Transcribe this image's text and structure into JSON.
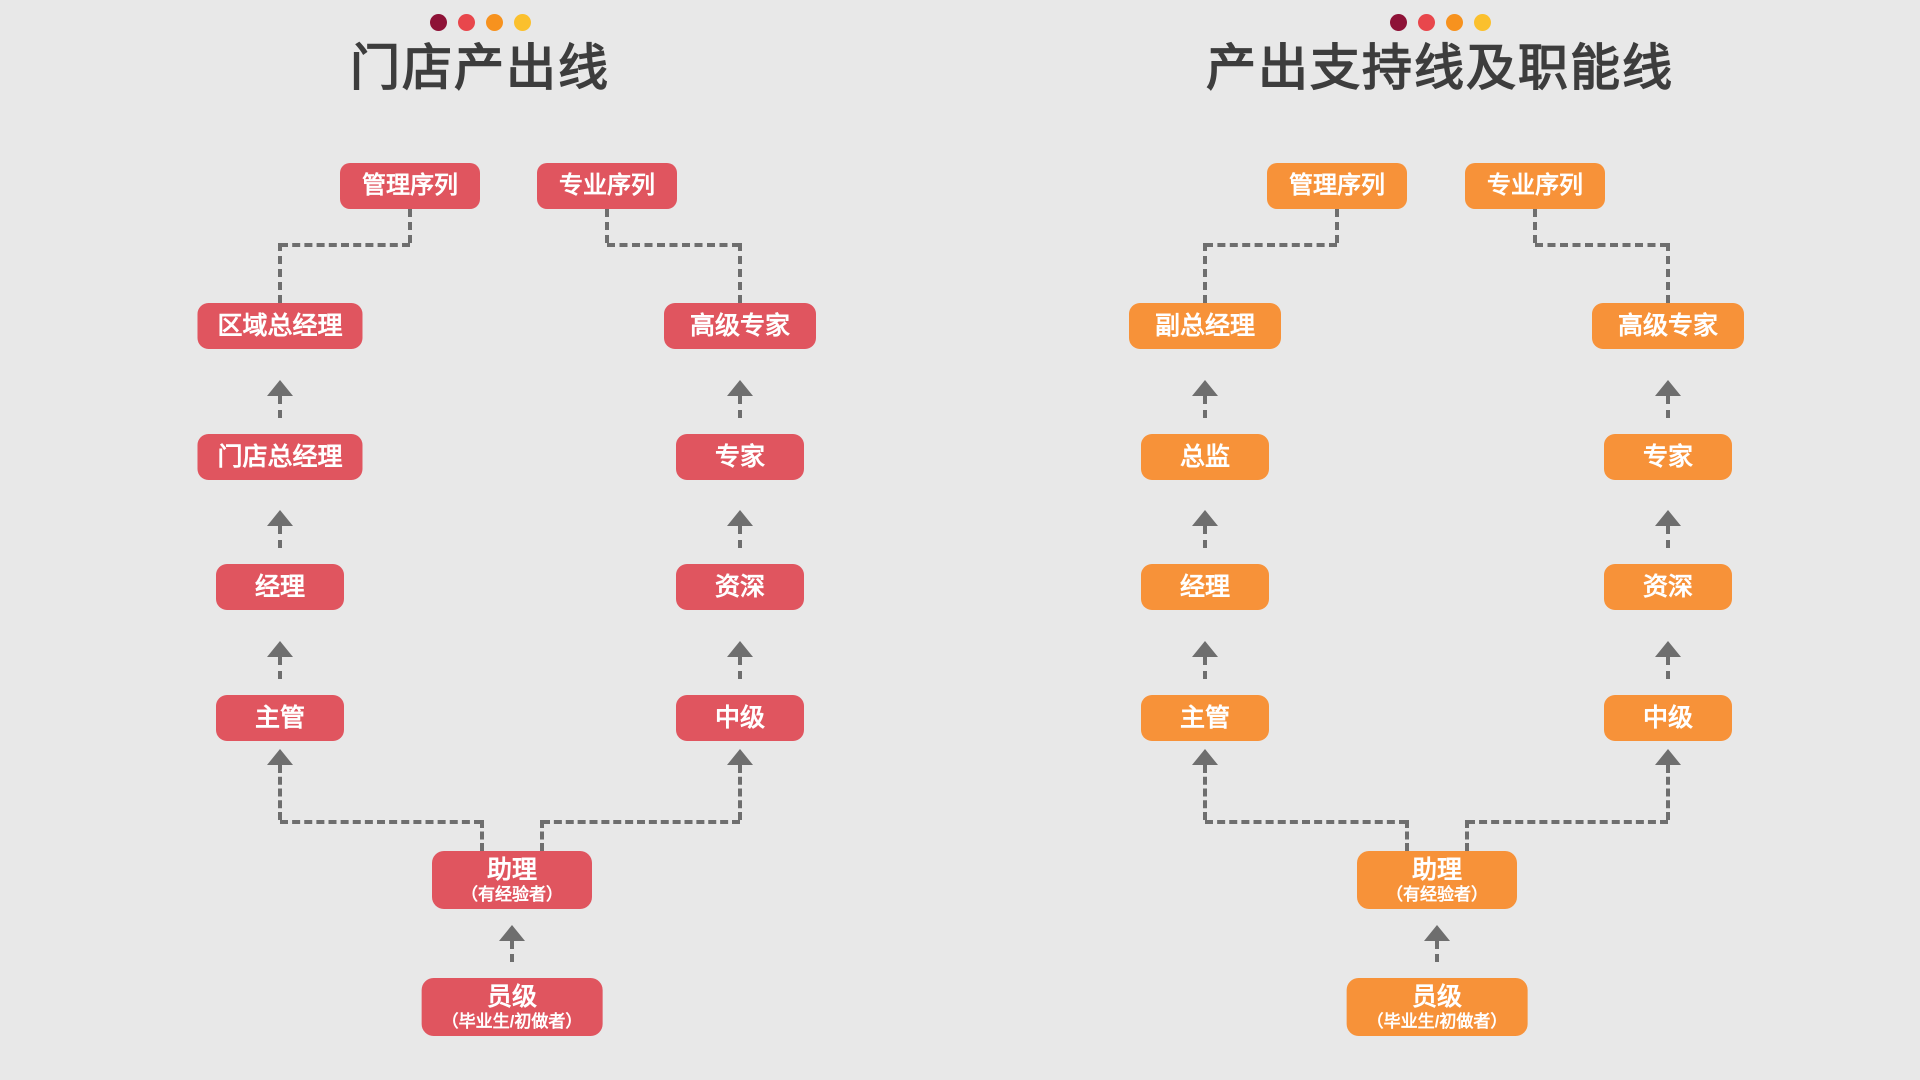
{
  "theme": {
    "background": "#E8E8E8",
    "title_color": "#3D3D3D",
    "connector_color": "#6E6E6E",
    "left_accent": "#E0555F",
    "right_accent": "#F79239",
    "dot_colors": [
      "#8E1237",
      "#E8474C",
      "#F7921E",
      "#FBC02D"
    ]
  },
  "panels": [
    {
      "id": "store-output-line",
      "title": "门店产出线",
      "accent": "#E0555F",
      "badges": [
        {
          "label": "管理序列"
        },
        {
          "label": "专业序列"
        }
      ],
      "management_ladder": [
        {
          "label": "区域总经理"
        },
        {
          "label": "门店总经理"
        },
        {
          "label": "经理"
        },
        {
          "label": "主管"
        }
      ],
      "professional_ladder": [
        {
          "label": "高级专家"
        },
        {
          "label": "专家"
        },
        {
          "label": "资深"
        },
        {
          "label": "中级"
        }
      ],
      "shared_base": [
        {
          "line1": "助理",
          "line2": "（有经验者）"
        },
        {
          "line1": "员级",
          "line2": "（毕业生/初做者）"
        }
      ]
    },
    {
      "id": "output-support-and-function-line",
      "title": "产出支持线及职能线",
      "accent": "#F79239",
      "badges": [
        {
          "label": "管理序列"
        },
        {
          "label": "专业序列"
        }
      ],
      "management_ladder": [
        {
          "label": "副总经理"
        },
        {
          "label": "总监"
        },
        {
          "label": "经理"
        },
        {
          "label": "主管"
        }
      ],
      "professional_ladder": [
        {
          "label": "高级专家"
        },
        {
          "label": "专家"
        },
        {
          "label": "资深"
        },
        {
          "label": "中级"
        }
      ],
      "shared_base": [
        {
          "line1": "助理",
          "line2": "（有经验者）"
        },
        {
          "line1": "员级",
          "line2": "（毕业生/初做者）"
        }
      ]
    }
  ]
}
